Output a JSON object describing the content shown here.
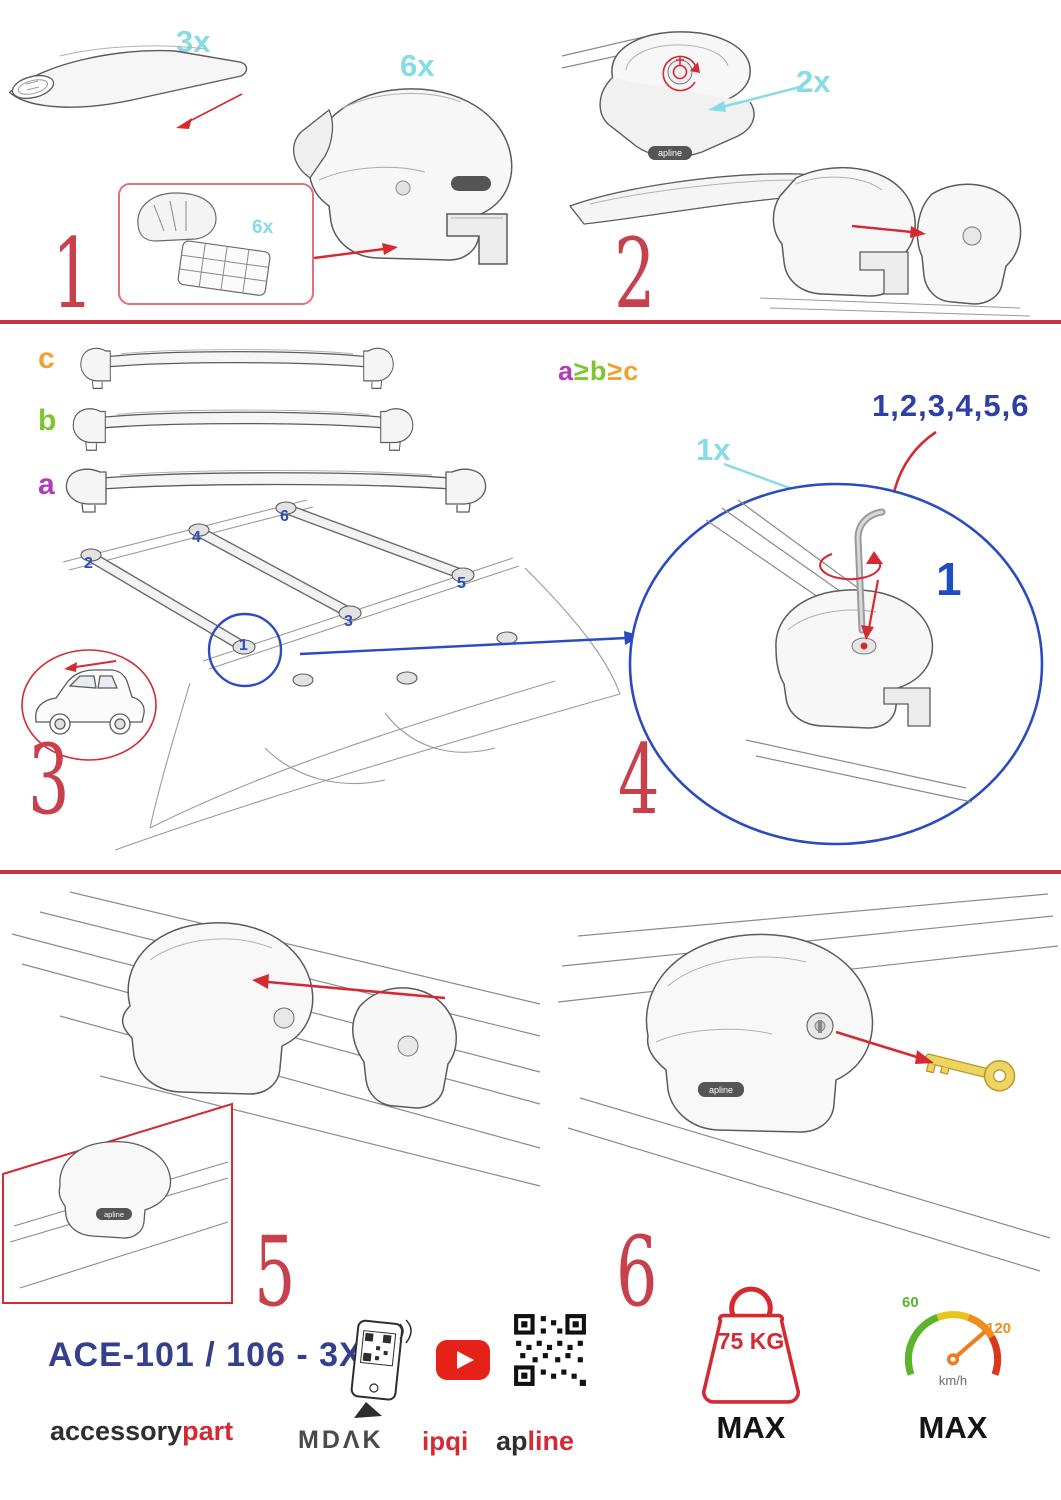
{
  "colors": {
    "step_number_red": "#c7414d",
    "arrow_red": "#d42a33",
    "quantity_cyan": "#87dbe4",
    "position_blue": "#2b4bbf",
    "letter_a_purple": "#b23cb8",
    "letter_b_green": "#7cc62f",
    "letter_c_orange": "#f0a22e",
    "model_navy": "#35408d",
    "brand_red": "#d42a33",
    "youtube_red": "#e62117",
    "speed_green": "#5cb42e",
    "speed_orange": "#ef8c1e",
    "key_gold": "#eed462"
  },
  "steps": {
    "step1": {
      "number": "1",
      "bar_qty": "3x",
      "foot_qty": "6x",
      "pad_qty": "6x"
    },
    "step2": {
      "number": "2",
      "key_qty": "2x"
    },
    "step3": {
      "number": "3",
      "letter_c": "c",
      "letter_b": "b",
      "letter_a": "a",
      "formula": [
        "a",
        "≥",
        "b",
        "≥",
        "c"
      ],
      "positions": [
        "1",
        "2",
        "3",
        "4",
        "5",
        "6"
      ]
    },
    "step4": {
      "number": "4",
      "sequence": "1,2,3,4,5,6",
      "tool_qty": "1x",
      "first": "1"
    },
    "step5": {
      "number": "5"
    },
    "step6": {
      "number": "6"
    }
  },
  "brand": {
    "logo": "apline"
  },
  "footer": {
    "model": "ACE-101 / 106 - 3X",
    "accessory": "accessory",
    "part": "part",
    "mdak": "MDΛK",
    "ipqi": "ipqi",
    "ap": "ap",
    "line": "line",
    "weight_value": "75 KG",
    "weight_max": "MAX",
    "speed_low": "60",
    "speed_high": "120",
    "speed_unit": "km/h",
    "speed_max": "MAX"
  }
}
